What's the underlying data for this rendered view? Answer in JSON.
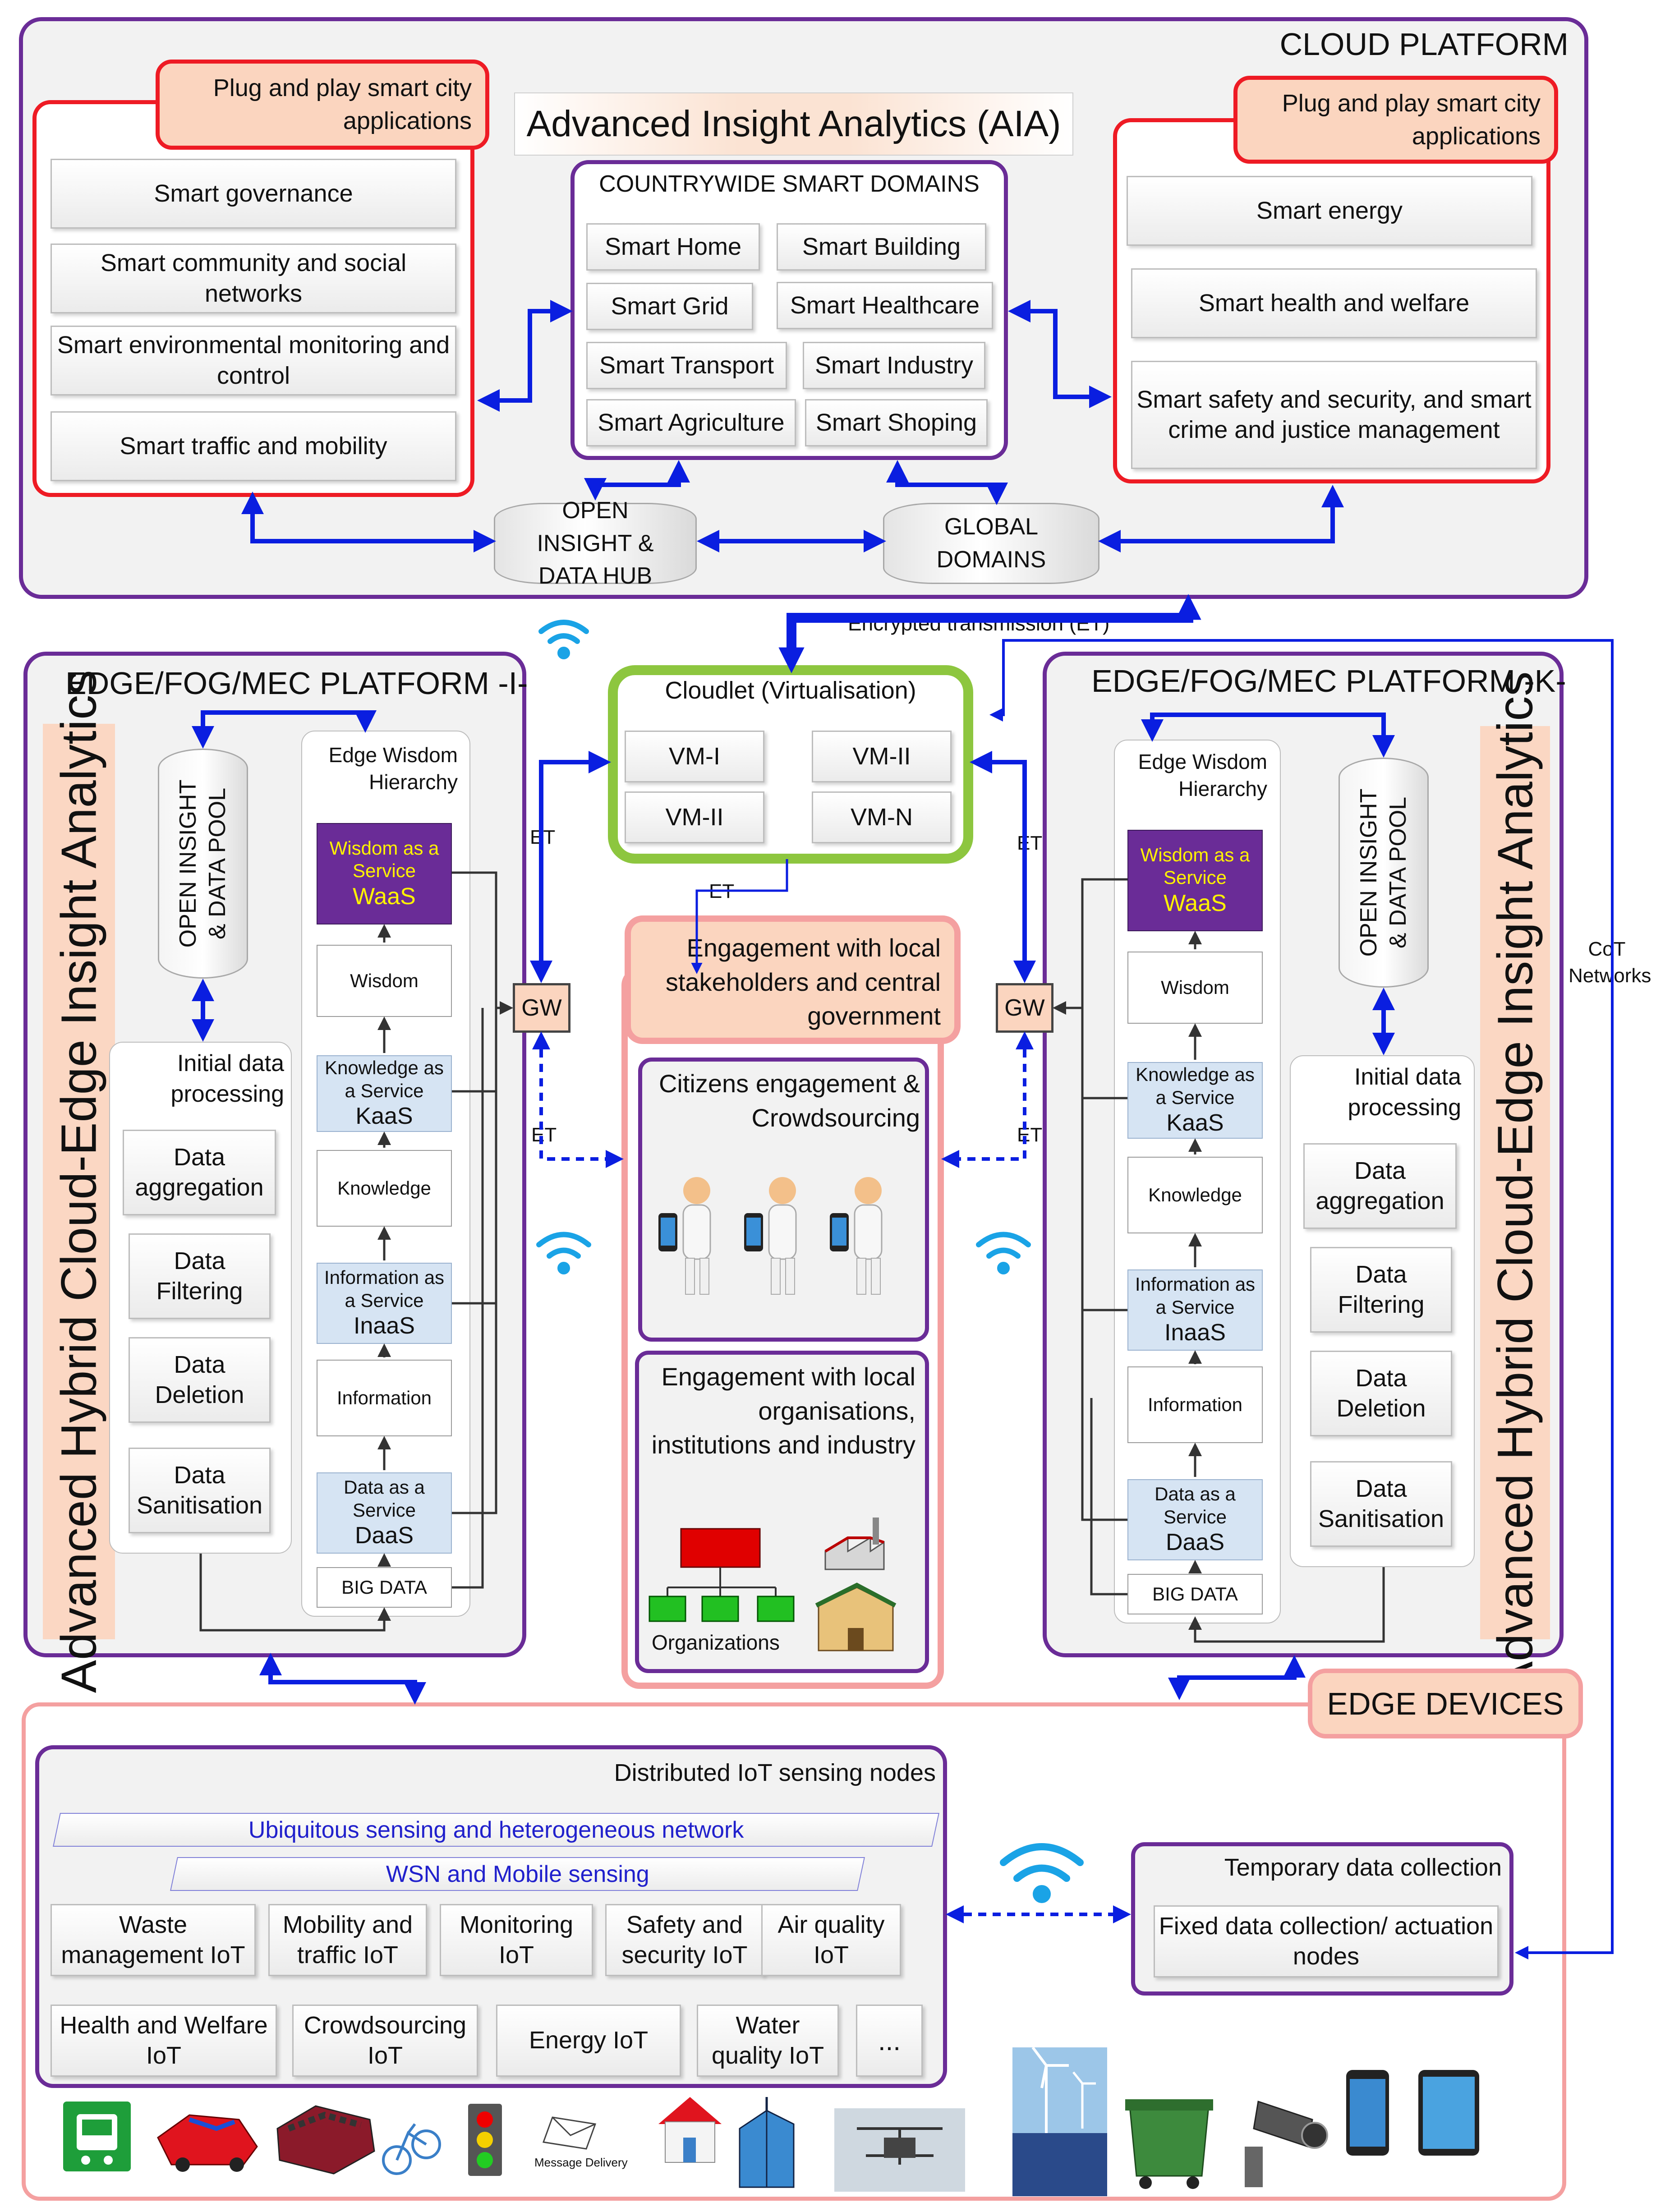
{
  "cloud": {
    "title": "CLOUD PLATFORM",
    "aia": "Advanced Insight Analytics (AIA)",
    "plug_left": "Plug and play smart city applications",
    "plug_right": "Plug and play smart city applications",
    "left_apps": [
      "Smart governance",
      "Smart community and social networks",
      "Smart environmental monitoring and control",
      "Smart traffic and mobility"
    ],
    "right_apps": [
      "Smart energy",
      "Smart health and welfare",
      "Smart safety and security, and smart crime and justice management"
    ],
    "domains_title": "COUNTRYWIDE SMART DOMAINS",
    "domains": [
      "Smart Home",
      "Smart Building",
      "Smart Grid",
      "Smart Healthcare",
      "Smart Transport",
      "Smart Industry",
      "Smart Agriculture",
      "Smart Shoping"
    ],
    "hub": "OPEN INSIGHT & DATA HUB",
    "global": "GLOBAL DOMAINS"
  },
  "links": {
    "encrypted": "Encrypted transmission (ET)",
    "et": "ET",
    "cot": "CoT Networks"
  },
  "cloudlet": {
    "title": "Cloudlet (Virtualisation)",
    "vms": [
      "VM-I",
      "VM-II",
      "VM-II",
      "VM-N"
    ]
  },
  "edge_left": {
    "title": "EDGE/FOG/MEC PLATFORM -I-",
    "sidebar": "Advanced Hybrid Cloud-Edge Insight Analytics",
    "pool": "OPEN INSIGHT & DATA POOL",
    "init_title": "Initial data processing",
    "init": [
      "Data aggregation",
      "Data Filtering",
      "Data Deletion",
      "Data Sanitisation"
    ],
    "hier_title": "Edge Wisdom Hierarchy",
    "gw": "GW"
  },
  "edge_right": {
    "title": "EDGE/FOG/MEC PLATFORM -K-",
    "sidebar": "Advanced Hybrid Cloud-Edge Insight Analytics",
    "pool": "OPEN INSIGHT & DATA POOL",
    "init_title": "Initial data processing",
    "init": [
      "Data aggregation",
      "Data Filtering",
      "Data Deletion",
      "Data Sanitisation"
    ],
    "hier_title": "Edge Wisdom Hierarchy",
    "gw": "GW"
  },
  "hierarchy": {
    "waas": [
      "Wisdom as a Service",
      "WaaS"
    ],
    "wisdom": "Wisdom",
    "kaas": [
      "Knowledge as a Service",
      "KaaS"
    ],
    "knowledge": "Knowledge",
    "inaas": [
      "Information as a Service",
      "InaaS"
    ],
    "information": "Information",
    "daas": [
      "Data as a Service",
      "DaaS"
    ],
    "bigdata": "BIG DATA"
  },
  "engagement": {
    "title": "Engagement with local stakeholders and central government",
    "citizens": "Citizens engagement & Crowdsourcing",
    "orgs_title": "Engagement with local organisations, institutions and industry",
    "orgs_label": "Organizations"
  },
  "devices": {
    "title": "EDGE DEVICES",
    "iot_title": "Distributed IoT sensing nodes",
    "ubiq": "Ubiquitous sensing and heterogeneous network",
    "wsn": "WSN and Mobile sensing",
    "row1": [
      "Waste management IoT",
      "Mobility and traffic IoT",
      "Monitoring IoT",
      "Safety and security IoT",
      "Air quality IoT"
    ],
    "row2": [
      "Health and Welfare IoT",
      "Crowdsourcing IoT",
      "Energy IoT",
      "Water quality IoT",
      "..."
    ],
    "temp_title": "Temporary data collection",
    "fixed": "Fixed data collection/ actuation nodes",
    "message": "Message Delivery"
  },
  "colors": {
    "purple": "#6a2c97",
    "red": "#ee1b24",
    "green": "#8dc63f",
    "blue": "#0a1ee0",
    "pink": "#f4a0a0",
    "salmon": "#fbd5bf"
  }
}
